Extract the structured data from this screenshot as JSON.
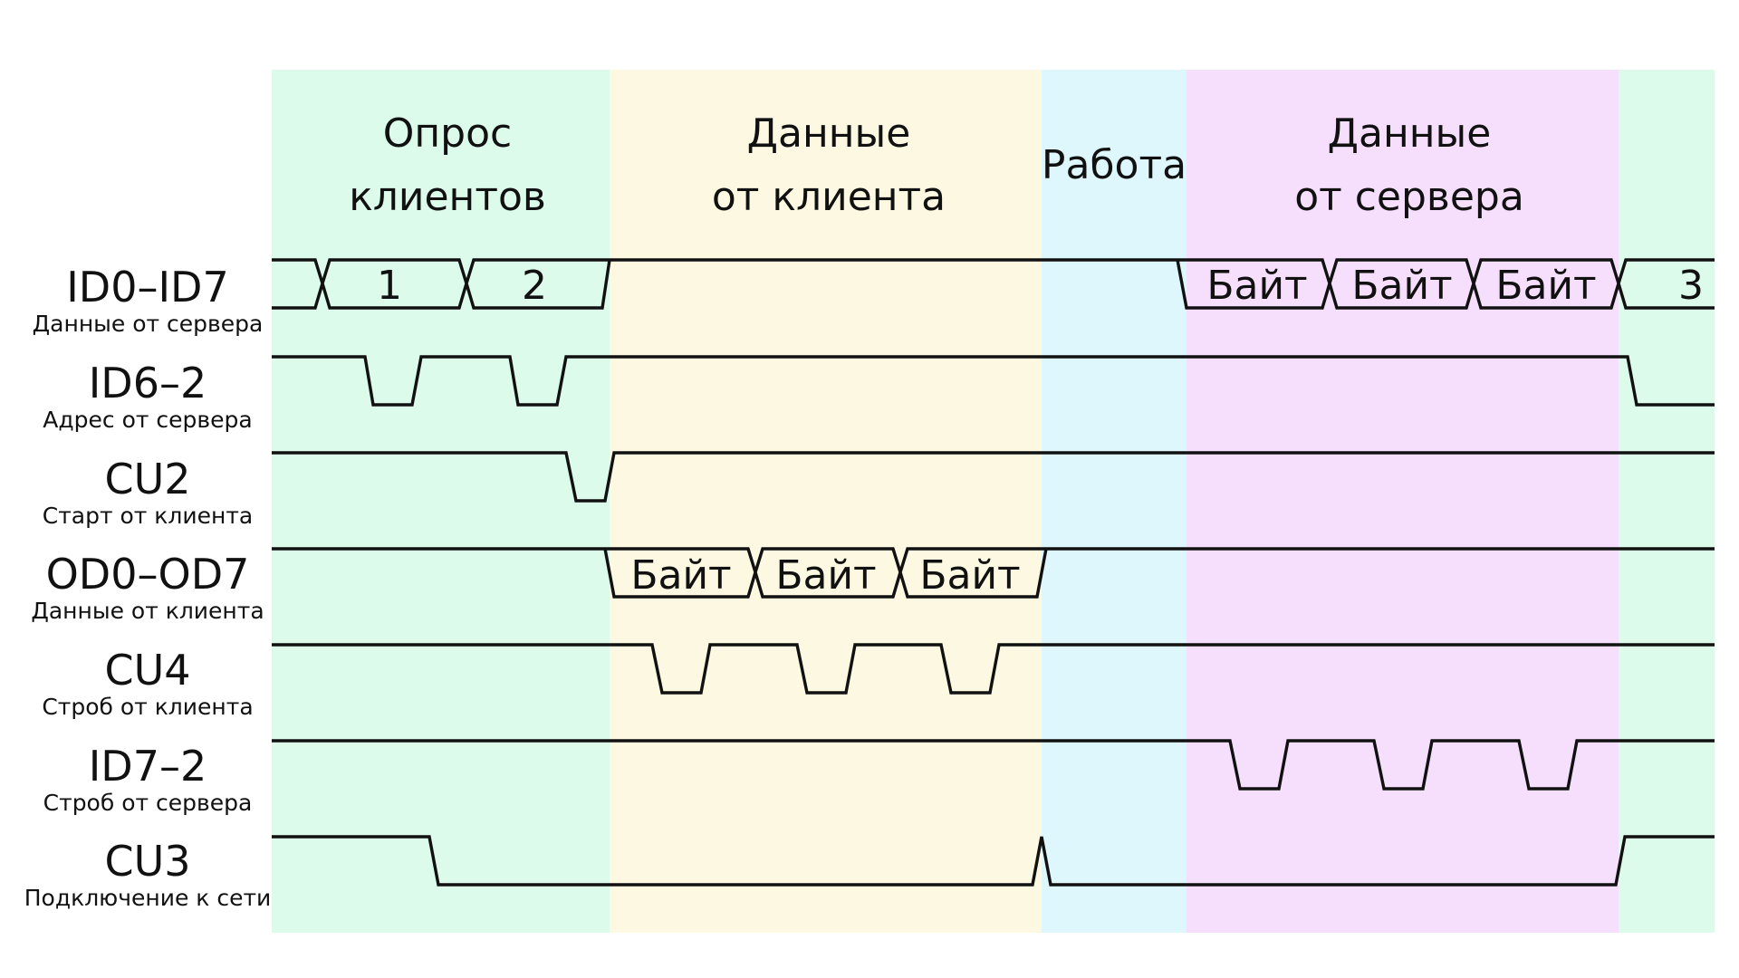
{
  "colors": {
    "green": "#dcfbea",
    "yellow": "#fdf8e1",
    "cyan": "#ddf7fc",
    "violet": "#f6dffd",
    "line": "#111111"
  },
  "phases": [
    {
      "id": "polling",
      "lines": [
        "Опрос",
        "клиентов"
      ],
      "color": "green"
    },
    {
      "id": "client-data",
      "lines": [
        "Данные",
        "от клиента"
      ],
      "color": "yellow"
    },
    {
      "id": "work",
      "lines": [
        "Работа"
      ],
      "color": "cyan"
    },
    {
      "id": "server-data",
      "lines": [
        "Данные",
        "от сервера"
      ],
      "color": "violet"
    },
    {
      "id": "tail",
      "lines": [],
      "color": "green"
    }
  ],
  "signals": [
    {
      "id": "id0-id7",
      "name": "ID0–ID7",
      "description": "Данные от сервера",
      "kind": "bus",
      "values": [
        {
          "from": "start",
          "to": "poll-1",
          "label": ""
        },
        {
          "from": "poll-1",
          "to": "poll-2",
          "label": "1"
        },
        {
          "from": "poll-2",
          "to": "poll-end",
          "label": "2"
        },
        {
          "from": "poll-end",
          "to": "srv-start",
          "label": "",
          "idle": true
        },
        {
          "from": "srv-start",
          "to": "srv-2",
          "label": "Байт"
        },
        {
          "from": "srv-2",
          "to": "srv-3",
          "label": "Байт"
        },
        {
          "from": "srv-3",
          "to": "srv-end",
          "label": "Байт"
        },
        {
          "from": "srv-end",
          "to": "end",
          "label": "3"
        }
      ]
    },
    {
      "id": "id6-2",
      "name": "ID6–2",
      "description": "Адрес от сервера",
      "kind": "wave",
      "pulses": [
        {
          "at": "poll-1-pulse",
          "level": "low"
        },
        {
          "at": "poll-2-pulse",
          "level": "low"
        }
      ],
      "final_level": "low"
    },
    {
      "id": "cu2",
      "name": "CU2",
      "description": "Старт от клиента",
      "kind": "wave",
      "pulses": [
        {
          "at": "cu2-pulse",
          "level": "low"
        }
      ]
    },
    {
      "id": "od0-od7",
      "name": "OD0–OD7",
      "description": "Данные от клиента",
      "kind": "bus",
      "values": [
        {
          "from": "start",
          "to": "cli-start",
          "label": "",
          "idle": true
        },
        {
          "from": "cli-start",
          "to": "cli-2",
          "label": "Байт"
        },
        {
          "from": "cli-2",
          "to": "cli-3",
          "label": "Байт"
        },
        {
          "from": "cli-3",
          "to": "cli-end",
          "label": "Байт"
        },
        {
          "from": "cli-end",
          "to": "end",
          "label": "",
          "idle": true
        }
      ]
    },
    {
      "id": "cu4",
      "name": "CU4",
      "description": "Строб от клиента",
      "kind": "wave",
      "pulses": [
        {
          "at": "cli-strobe-1",
          "level": "low"
        },
        {
          "at": "cli-strobe-2",
          "level": "low"
        },
        {
          "at": "cli-strobe-3",
          "level": "low"
        }
      ]
    },
    {
      "id": "id7-2",
      "name": "ID7–2",
      "description": "Строб от сервера",
      "kind": "wave",
      "pulses": [
        {
          "at": "srv-strobe-1",
          "level": "low"
        },
        {
          "at": "srv-strobe-2",
          "level": "low"
        },
        {
          "at": "srv-strobe-3",
          "level": "low"
        }
      ]
    },
    {
      "id": "cu3",
      "name": "CU3",
      "description": "Подключение к сети",
      "kind": "wave",
      "sequence": [
        "high",
        "fall-after-polling",
        "low",
        "glitch-high-at-work",
        "low",
        "rise-at-end"
      ]
    }
  ]
}
